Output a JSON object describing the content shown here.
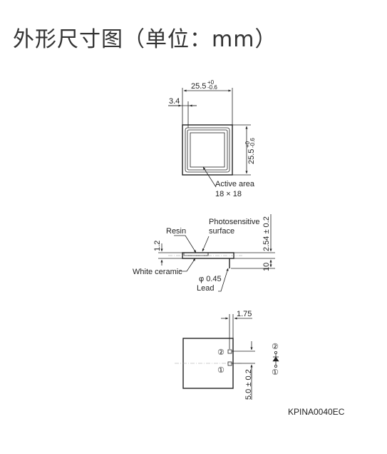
{
  "title": "外形尺寸图（单位：mm）",
  "top_view": {
    "width_dim": "25.5",
    "width_tol_upper": "+0",
    "width_tol_lower": "-0.6",
    "height_dim": "25.5",
    "height_tol_upper": "+0",
    "height_tol_lower": "-0.6",
    "offset_dim": "3.4",
    "active_area_label": "Active area",
    "active_area_size": "18 × 18"
  },
  "side_view": {
    "resin_label": "Resin",
    "photosensitive_label_1": "Photosensitive",
    "photosensitive_label_2": "surface",
    "thickness_dim": "1.2",
    "height_dim": "2.54 ± 0.2",
    "lead_length_dim": "10",
    "ceramic_label": "White ceramic",
    "lead_diameter": "φ 0.45",
    "lead_label": "Lead"
  },
  "bottom_view": {
    "pin_offset_dim": "1.75",
    "pin_spacing_dim": "5.0 ± 0.2",
    "pin_2": "②",
    "pin_1": "①",
    "symbol_pin_2": "②",
    "symbol_pin_1": "①"
  },
  "drawing_code": "KPINA0040EC"
}
